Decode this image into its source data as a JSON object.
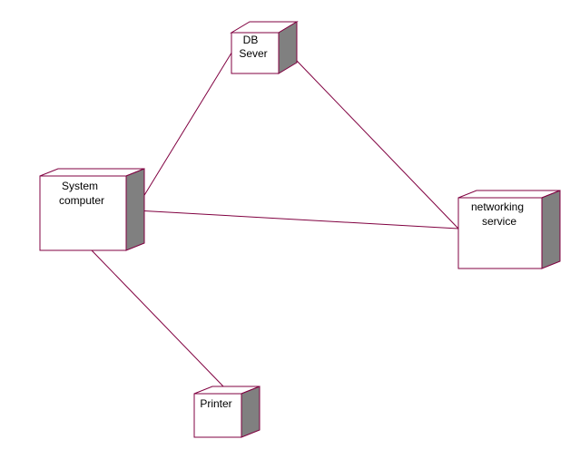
{
  "diagram": {
    "type": "uml-deployment",
    "nodes": [
      {
        "id": "db",
        "lines": [
          "DB",
          "Sever"
        ]
      },
      {
        "id": "system",
        "lines": [
          "System",
          "computer"
        ]
      },
      {
        "id": "network",
        "lines": [
          "networking",
          "service"
        ]
      },
      {
        "id": "printer",
        "lines": [
          "Printer"
        ]
      }
    ],
    "links": [
      {
        "from": "system",
        "to": "db"
      },
      {
        "from": "db",
        "to": "network"
      },
      {
        "from": "system",
        "to": "network"
      },
      {
        "from": "system",
        "to": "printer"
      }
    ]
  },
  "colors": {
    "line": "#800040",
    "side": "#808080",
    "face": "#ffffff"
  }
}
